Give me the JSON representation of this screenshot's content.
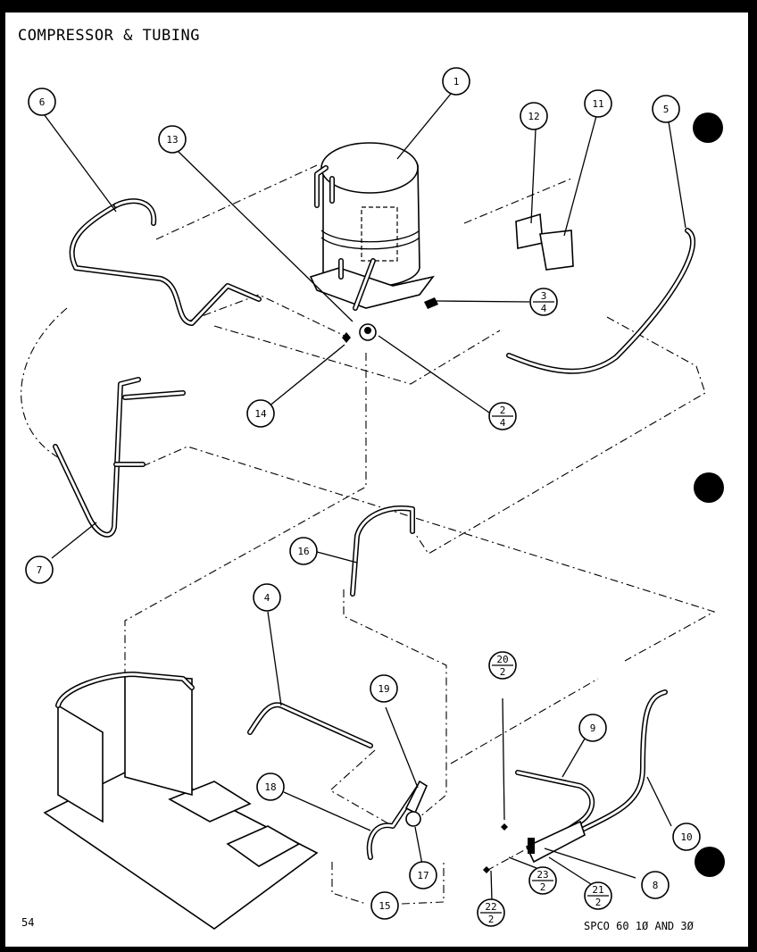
{
  "title": "COMPRESSOR & TUBING",
  "page_number": "54",
  "model_note": "SPCO 60 1Ø AND 3Ø",
  "callouts": {
    "c1": "1",
    "c4": "4",
    "c5": "5",
    "c6": "6",
    "c7": "7",
    "c8": "8",
    "c9": "9",
    "c10": "10",
    "c11": "11",
    "c12": "12",
    "c13": "13",
    "c14": "14",
    "c15": "15",
    "c16": "16",
    "c17": "17",
    "c18": "18",
    "c19": "19",
    "f2": {
      "top": "2",
      "bottom": "4"
    },
    "f3": {
      "top": "3",
      "bottom": "4"
    },
    "f20": {
      "top": "20",
      "bottom": "2"
    },
    "f21": {
      "top": "21",
      "bottom": "2"
    },
    "f22": {
      "top": "22",
      "bottom": "2"
    },
    "f23": {
      "top": "23",
      "bottom": "2"
    }
  }
}
